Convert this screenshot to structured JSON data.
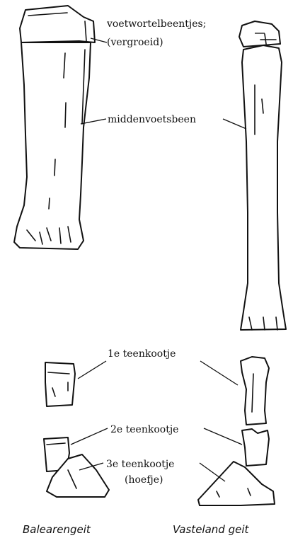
{
  "labels": {
    "tarsals": "voetwortelbeentjes;",
    "tarsals_note": "(vergroeid)",
    "metatarsal": "middenvoetsbeen",
    "phalanx1": "1e teenkootje",
    "phalanx2": "2e teenkootje",
    "phalanx3": "3e teenkootje",
    "phalanx3_note": "(hoefje)"
  },
  "captions": {
    "left": "Balearengeit",
    "right": "Vasteland geit"
  },
  "colors": {
    "ink": "#111111",
    "background": "#ffffff"
  }
}
